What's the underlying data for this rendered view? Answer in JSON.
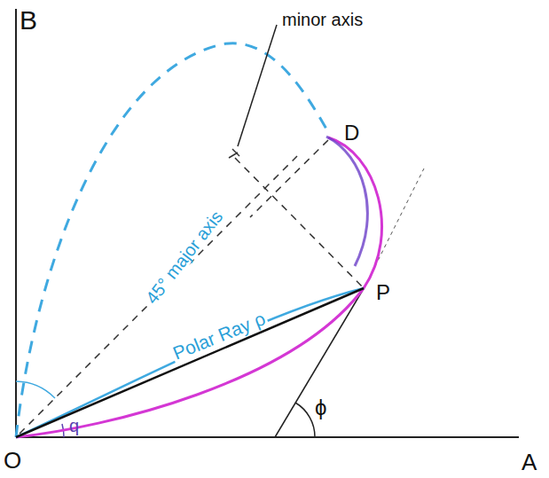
{
  "diagram": {
    "labels": [
      "B",
      "A",
      "O",
      "minor axis",
      "D",
      "P",
      "45° major axis",
      "Polar Ray ρ",
      "ϕ",
      "q"
    ]
  }
}
